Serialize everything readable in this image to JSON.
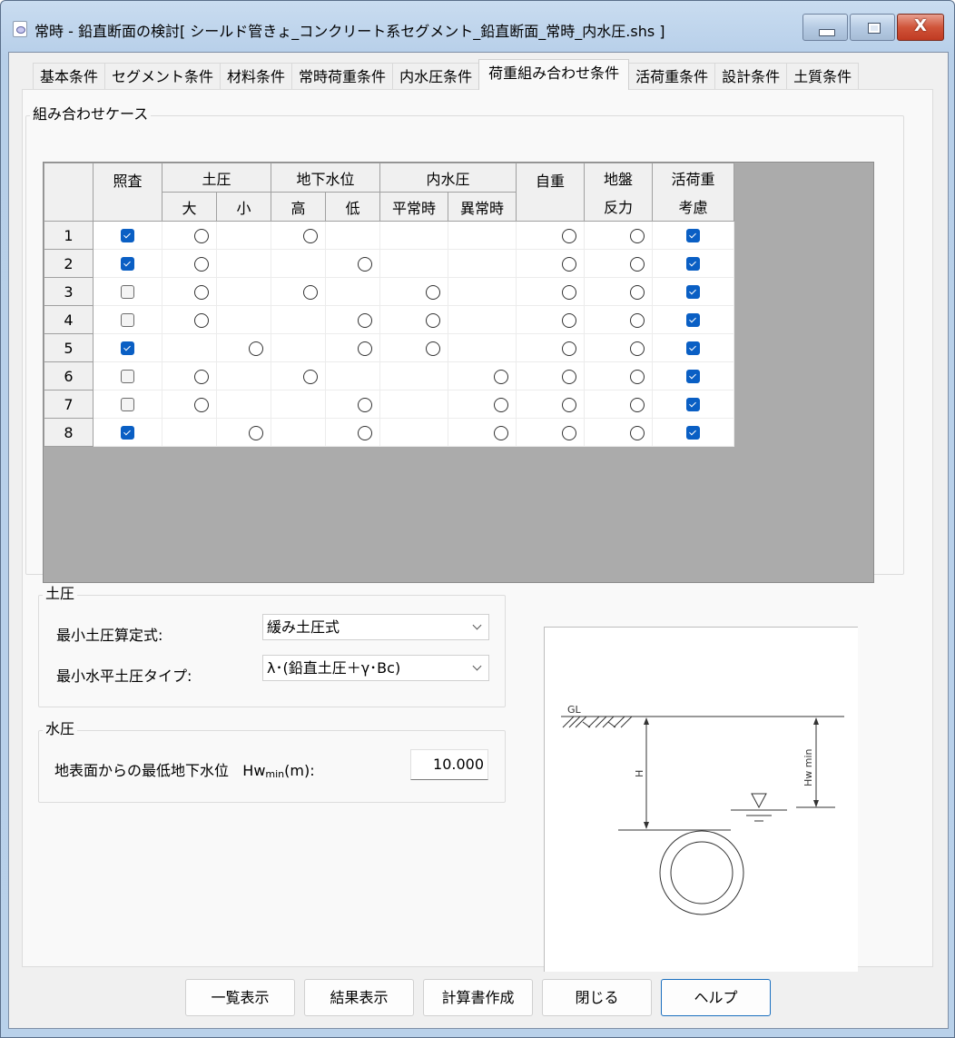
{
  "window": {
    "title": "常時 - 鉛直断面の検討[ シールド管きょ_コンクリート系セグメント_鉛直断面_常時_内水圧.shs ]",
    "controls": {
      "minimize": "minimize",
      "maximize": "maximize",
      "close": "X"
    }
  },
  "tabs": [
    {
      "label": "基本条件",
      "active": false
    },
    {
      "label": "セグメント条件",
      "active": false
    },
    {
      "label": "材料条件",
      "active": false
    },
    {
      "label": "常時荷重条件",
      "active": false
    },
    {
      "label": "内水圧条件",
      "active": false
    },
    {
      "label": "荷重組み合わせ条件",
      "active": true
    },
    {
      "label": "活荷重条件",
      "active": false
    },
    {
      "label": "設計条件",
      "active": false
    },
    {
      "label": "土質条件",
      "active": false
    }
  ],
  "combination": {
    "legend": "組み合わせケース",
    "headers": {
      "check": "照査",
      "earth": "土圧",
      "earth_large": "大",
      "earth_small": "小",
      "gw": "地下水位",
      "gw_high": "高",
      "gw_low": "低",
      "inner": "内水圧",
      "inner_normal": "平常時",
      "inner_abnormal": "異常時",
      "self_weight": "自重",
      "ground_reaction_1": "地盤",
      "ground_reaction_2": "反力",
      "live_load_1": "活荷重",
      "live_load_2": "考慮"
    },
    "rows": [
      {
        "no": "1",
        "check": true,
        "earth": "large",
        "gw": "high",
        "inner": "",
        "self_weight": true,
        "ground_reaction": true,
        "live_load": true
      },
      {
        "no": "2",
        "check": true,
        "earth": "large",
        "gw": "low",
        "inner": "",
        "self_weight": true,
        "ground_reaction": true,
        "live_load": true
      },
      {
        "no": "3",
        "check": false,
        "earth": "large",
        "gw": "high",
        "inner": "normal",
        "self_weight": true,
        "ground_reaction": true,
        "live_load": true
      },
      {
        "no": "4",
        "check": false,
        "earth": "large",
        "gw": "low",
        "inner": "normal",
        "self_weight": true,
        "ground_reaction": true,
        "live_load": true
      },
      {
        "no": "5",
        "check": true,
        "earth": "small",
        "gw": "low",
        "inner": "normal",
        "self_weight": true,
        "ground_reaction": true,
        "live_load": true
      },
      {
        "no": "6",
        "check": false,
        "earth": "large",
        "gw": "high",
        "inner": "abnormal",
        "self_weight": true,
        "ground_reaction": true,
        "live_load": true
      },
      {
        "no": "7",
        "check": false,
        "earth": "large",
        "gw": "low",
        "inner": "abnormal",
        "self_weight": true,
        "ground_reaction": true,
        "live_load": true
      },
      {
        "no": "8",
        "check": true,
        "earth": "small",
        "gw": "low",
        "inner": "abnormal",
        "self_weight": true,
        "ground_reaction": true,
        "live_load": true
      }
    ]
  },
  "earth_pressure": {
    "legend": "土圧",
    "min_formula_label": "最小土圧算定式:",
    "min_formula_value": "緩み土圧式",
    "min_horizontal_label": "最小水平土圧タイプ:",
    "min_horizontal_value": "λ･(鉛直土圧＋γ･Bc)"
  },
  "water_pressure": {
    "legend": "水圧",
    "min_gw_label": "地表面からの最低地下水位",
    "min_gw_symbol": "Hw",
    "min_gw_sub": "min",
    "min_gw_unit": "(m):",
    "min_gw_value": "10.000"
  },
  "figure": {
    "gl_label": "GL",
    "h_label": "H",
    "hwmin_label": "Hw min"
  },
  "buttons": {
    "list": "一覧表示",
    "results": "結果表示",
    "report": "計算書作成",
    "close": "閉じる",
    "help": "ヘルプ"
  }
}
